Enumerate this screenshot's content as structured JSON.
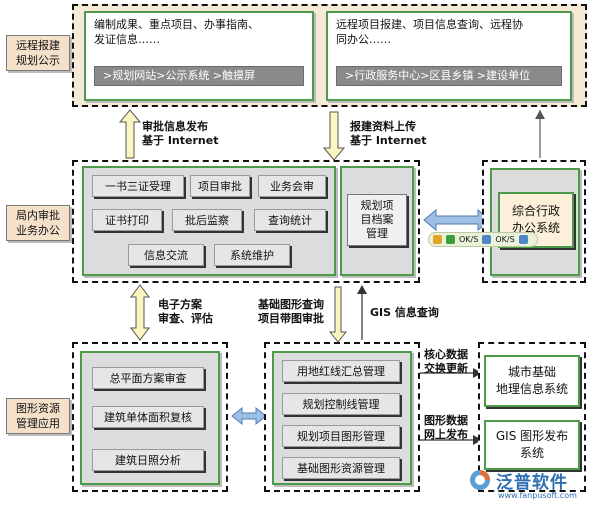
{
  "labels": {
    "remote": [
      "远程报建",
      "规划公示"
    ],
    "office": [
      "局内审批",
      "业务办公"
    ],
    "graphic": [
      "图形资源",
      "管理应用"
    ]
  },
  "top": {
    "left_text": [
      "编制成果、重点项目、办事指南、",
      "发证信息……"
    ],
    "left_bar": ">规划网站>公示系统 >触摸屏",
    "right_text": [
      "远程项目报建、项目信息查询、远程协",
      "同办公……"
    ],
    "right_bar": ">行政服务中心>区县乡镇 >建设单位"
  },
  "annotations": {
    "a1": [
      "审批信息发布",
      "基于 Internet"
    ],
    "a2": [
      "报建资料上传",
      "基于 Internet"
    ],
    "a3": [
      "电子方案",
      "审查、评估"
    ],
    "a4": [
      "基础图形查询",
      "项目带图审批"
    ],
    "a5": "GIS 信息查询",
    "a6": [
      "核心数据",
      "交换更新"
    ],
    "a7": [
      "图形数据",
      "网上发布"
    ]
  },
  "office": {
    "buttons": [
      "一书三证受理",
      "项目审批",
      "业务会审",
      "证书打印",
      "批后监察",
      "查询统计",
      "信息交流",
      "系统维护"
    ],
    "archive": [
      "规划项",
      "目档案",
      "管理"
    ],
    "admin": [
      "综合行政",
      "办公系统"
    ]
  },
  "toolbar": {
    "s1": "OK/S",
    "s2": "OK/S"
  },
  "graphic": {
    "left": [
      "总平面方案审查",
      "建筑单体面积复核",
      "建筑日照分析"
    ],
    "mid": [
      "用地红线汇总管理",
      "规划控制线管理",
      "规划项目图形管理",
      "基础图形资源管理"
    ],
    "right1": [
      "城市基础",
      "地理信息系统"
    ],
    "right2": [
      "GIS 图形发布",
      "系统"
    ]
  },
  "logo": {
    "text": "泛普软件",
    "url": "www.fanpusoft.com"
  },
  "colors": {
    "green": "#4d9a4a",
    "peach": "#f5e1ca",
    "arrow_fill": "#fdf5c0",
    "blue_arrow": "#7fa7d8"
  }
}
